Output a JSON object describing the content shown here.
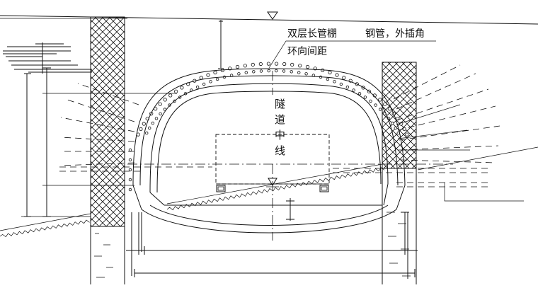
{
  "labels": {
    "double_layer_pipe_shed": "双层长管棚",
    "steel_pipe_insertion_angle": "钢管，外插角",
    "circumferential_spacing": "环向间距",
    "tunnel_centerline_chars": [
      "隧",
      "道",
      "中",
      "线"
    ]
  },
  "colors": {
    "line": "#111111",
    "background": "#ffffff"
  },
  "icons": {
    "elevation_marker": "triangle-down-icon"
  }
}
